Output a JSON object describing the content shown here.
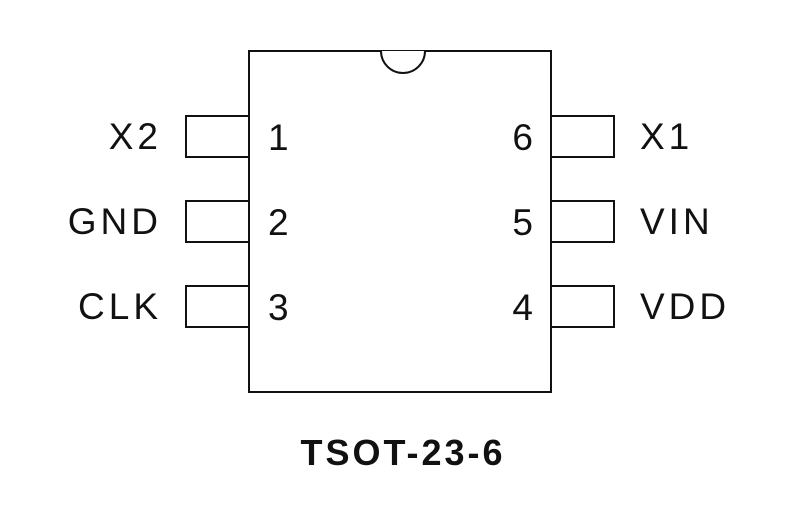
{
  "package": {
    "name": "TSOT-23-6"
  },
  "pins": {
    "left": [
      {
        "number": "1",
        "label": "X2"
      },
      {
        "number": "2",
        "label": "GND"
      },
      {
        "number": "3",
        "label": "CLK"
      }
    ],
    "right": [
      {
        "number": "6",
        "label": "X1"
      },
      {
        "number": "5",
        "label": "VIN"
      },
      {
        "number": "4",
        "label": "VDD"
      }
    ]
  }
}
